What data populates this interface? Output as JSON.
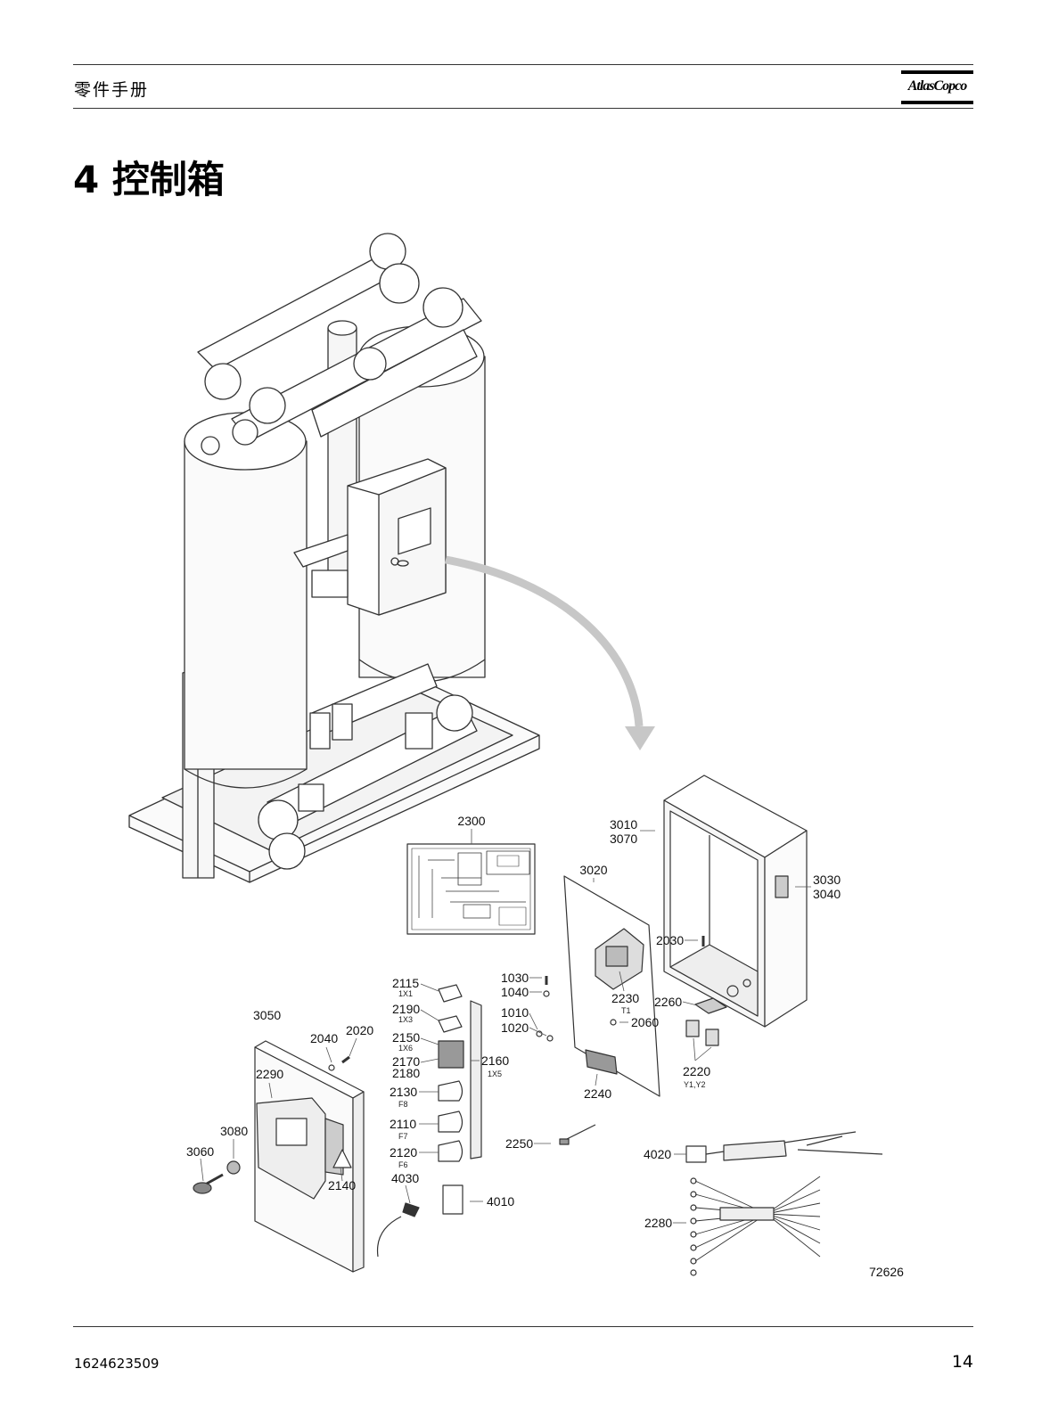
{
  "header": {
    "manual_title": "零件手册",
    "logo_text": "AtlasCopco"
  },
  "section": {
    "title": "4 控制箱"
  },
  "diagram": {
    "callouts": {
      "c2300": "2300",
      "c3010": "3010",
      "c3070": "3070",
      "c3020": "3020",
      "c3030": "3030",
      "c3040": "3040",
      "c2030": "2030",
      "c1030": "1030",
      "c1040": "1040",
      "c1010": "1010",
      "c1020": "1020",
      "c2230": "2230",
      "c2260": "2260",
      "c2060": "2060",
      "c2220": "2220",
      "c2240": "2240",
      "c2250": "2250",
      "c2115": "2115",
      "c2190": "2190",
      "c2150": "2150",
      "c2170": "2170",
      "c2180": "2180",
      "c2160": "2160",
      "c2130": "2130",
      "c2110": "2110",
      "c2120": "2120",
      "c4030": "4030",
      "c4010": "4010",
      "c3050": "3050",
      "c2040": "2040",
      "c2020": "2020",
      "c2290": "2290",
      "c3080": "3080",
      "c3060": "3060",
      "c2140": "2140",
      "c4020": "4020",
      "c2280": "2280"
    },
    "sublabels": {
      "s2230": "T1",
      "s2220": "Y1,Y2",
      "s2115": "1X1",
      "s2190": "1X3",
      "s2150": "1X6",
      "s2160": "1X5",
      "s2130": "F8",
      "s2110": "F7",
      "s2120": "F6"
    },
    "drawing_number": "72626"
  },
  "footer": {
    "doc_number": "1624623509",
    "page_number": "14"
  }
}
